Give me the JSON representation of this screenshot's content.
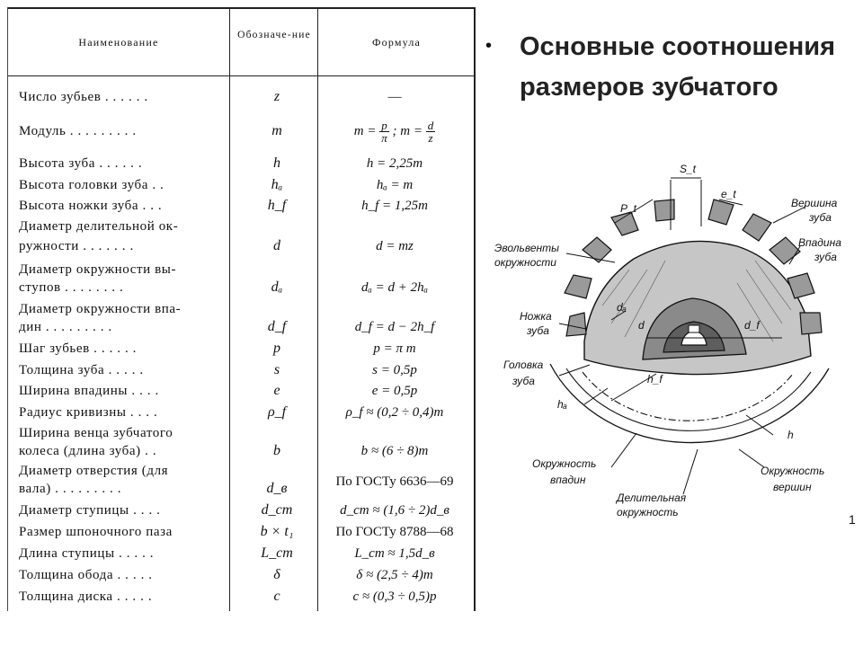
{
  "table": {
    "headers": {
      "name": "Наименование",
      "symbol": "Обозначе-ние",
      "formula": "Формула"
    },
    "rows": [
      {
        "name": "Число зубьев . . . . . .",
        "symbol": "z",
        "formula": "—"
      },
      {
        "name": "Модуль . . . . . . . . .",
        "symbol": "m",
        "formula": "m = p/π ; m = d/z",
        "f_m": "m =",
        "f_p": "p",
        "f_pi": "π",
        "f_mid": "; m =",
        "f_d": "d",
        "f_z": "z"
      },
      {
        "name": "Высота зуба . . . . . .",
        "symbol": "h",
        "formula": "h = 2,25m"
      },
      {
        "name": "Высота головки зуба . .",
        "symbol": "hₐ",
        "formula": "hₐ = m"
      },
      {
        "name": "Высота ножки зуба . . .",
        "symbol": "h_f",
        "formula": "h_f = 1,25m"
      },
      {
        "name": "Диаметр делительной окружности . . . . . . .",
        "name1": "Диаметр делительной ок-",
        "name2": "ружности . . . . . . .",
        "symbol": "d",
        "formula": "d = mz"
      },
      {
        "name": "Диаметр окружности выступов . . . . . . . . .",
        "name1": "Диаметр окружности вы-",
        "name2": "ступов . . . . . . . .",
        "symbol": "dₐ",
        "formula": "dₐ = d + 2hₐ"
      },
      {
        "name": "Диаметр окружности впадин . . . . . . . . .",
        "name1": "Диаметр окружности впа-",
        "name2": "дин . . . . . . . . .",
        "symbol": "d_f",
        "formula": "d_f = d − 2h_f"
      },
      {
        "name": "Шаг зубьев . . . . . .",
        "symbol": "p",
        "formula": "p = π m"
      },
      {
        "name": "Толщина зуба . . . . .",
        "symbol": "s",
        "formula": "s = 0,5p"
      },
      {
        "name": "Ширина впадины . . . .",
        "symbol": "e",
        "formula": "e = 0,5p"
      },
      {
        "name": "Радиус кривизны . . . .",
        "symbol": "ρ_f",
        "formula": "ρ_f ≈ (0,2 ÷ 0,4)m"
      },
      {
        "name": "Ширина венца зубчатого колеса (длина зуба) . .",
        "name1": "Ширина венца зубчатого",
        "name2": "колеса (длина зуба) . .",
        "symbol": "b",
        "formula": "b ≈ (6 ÷ 8)m"
      },
      {
        "name": "Диаметр отверстия (для вала) . . . . . . . .",
        "name1": "Диаметр отверстия (для",
        "name2": "вала) . . . . . . . . .",
        "symbol": "d_в",
        "formula": "По ГОСТу 6636—69"
      },
      {
        "name": "Диаметр ступицы . . . .",
        "symbol": "d_ст",
        "formula": "d_ст ≈ (1,6 ÷ 2)d_в"
      },
      {
        "name": "Размер шпоночного паза",
        "symbol": "b × t₁",
        "formula": "По ГОСТу 8788—68"
      },
      {
        "name": "Длина ступицы . . . . .",
        "symbol": "L_ст",
        "formula": "L_ст ≈ 1,5d_в"
      },
      {
        "name": "Толщина обода . . . . .",
        "symbol": "δ",
        "formula": "δ ≈ (2,5 ÷ 4)m"
      },
      {
        "name": "Толщина диска . . . . .",
        "symbol": "c",
        "formula": "c ≈ (0,3 ÷ 0,5)p"
      }
    ]
  },
  "heading": {
    "bullet": "•",
    "text": "Основные соотношения размеров зубчатого"
  },
  "diagram": {
    "labels": {
      "st": "S_t",
      "pt": "P_t",
      "et": "e_t",
      "vershina_zuba_1": "Вершина",
      "vershina_zuba_2": "зуба",
      "vpadina_zuba_1": "Впадина",
      "vpadina_zuba_2": "зуба",
      "evolventy_1": "Эвольвенты",
      "evolventy_2": "окружности",
      "nozhka_1": "Ножка",
      "nozhka_2": "зуба",
      "golovka_1": "Головка",
      "golovka_2": "зуба",
      "da": "dₐ",
      "d": "d",
      "df": "d_f",
      "hf": "h_f",
      "ha": "hₐ",
      "h": "h",
      "okr_vpadin_1": "Окружность",
      "okr_vpadin_2": "впадин",
      "okr_vershin_1": "Окружность",
      "okr_vershin_2": "вершин",
      "delit_1": "Делительная",
      "delit_2": "окружность"
    },
    "page_number": "1"
  },
  "colors": {
    "ink": "#111111",
    "gear_fill": "#bdbdbd",
    "gear_dark": "#6e6e6e",
    "background": "#ffffff"
  }
}
